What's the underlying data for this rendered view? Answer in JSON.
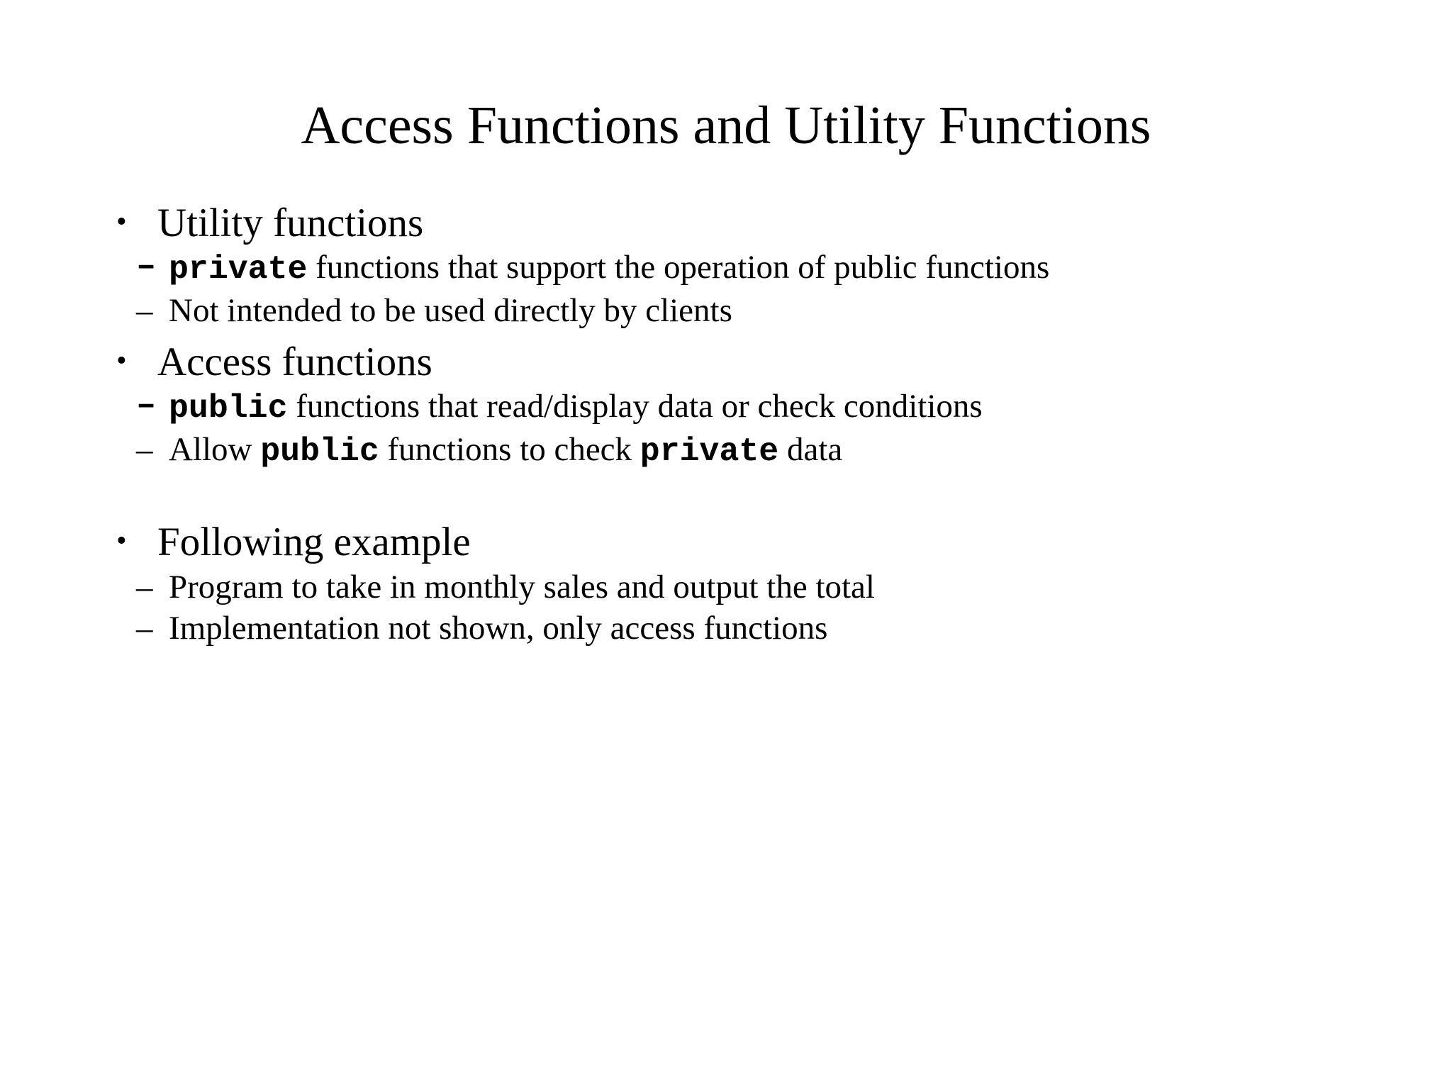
{
  "slide": {
    "title": "Access Functions and Utility Functions",
    "background_color": "#ffffff",
    "text_color": "#000000",
    "bullet_glyph": "•",
    "dash_glyph": "–",
    "groups": [
      {
        "id": "utility-functions",
        "heading": "Utility functions",
        "bullet": "•",
        "sub_items": [
          {
            "id": "private-support",
            "dash": "–",
            "dash_style": "mono-bold",
            "parts": [
              {
                "text": "private",
                "style": "code"
              },
              {
                "text": " functions that support the operation of public functions",
                "style": "normal"
              }
            ],
            "plain": "private functions that support the operation of public functions"
          },
          {
            "id": "not-intended",
            "dash": "–",
            "dash_style": "serif",
            "parts": [
              {
                "text": "Not intended to be used directly by clients",
                "style": "normal"
              }
            ],
            "plain": "Not intended to be used directly by clients"
          }
        ]
      },
      {
        "id": "access-functions",
        "heading": "Access functions",
        "bullet": "•",
        "sub_items": [
          {
            "id": "public-read-display",
            "dash": "–",
            "dash_style": "mono-bold",
            "parts": [
              {
                "text": "public",
                "style": "code"
              },
              {
                "text": " functions that read/display data or check conditions",
                "style": "normal"
              }
            ],
            "plain": "public functions that read/display data or check conditions"
          },
          {
            "id": "allow-public-check-private",
            "dash": "–",
            "dash_style": "serif",
            "parts": [
              {
                "text": "Allow ",
                "style": "normal"
              },
              {
                "text": "public",
                "style": "code"
              },
              {
                "text": " functions to check ",
                "style": "normal"
              },
              {
                "text": "private",
                "style": "code"
              },
              {
                "text": " data",
                "style": "normal"
              }
            ],
            "plain": "Allow public functions to check private data"
          }
        ]
      },
      {
        "id": "following-example",
        "heading": "Following example",
        "bullet": "•",
        "sub_items": [
          {
            "id": "program-monthly-sales",
            "dash": "–",
            "dash_style": "serif",
            "parts": [
              {
                "text": "Program to take in monthly sales and output the total",
                "style": "normal"
              }
            ],
            "plain": "Program to take in monthly sales and output the total"
          },
          {
            "id": "implementation-not-shown",
            "dash": "–",
            "dash_style": "serif",
            "parts": [
              {
                "text": "Implementation not shown, only access functions",
                "style": "normal"
              }
            ],
            "plain": "Implementation not shown, only access functions"
          }
        ]
      }
    ]
  }
}
